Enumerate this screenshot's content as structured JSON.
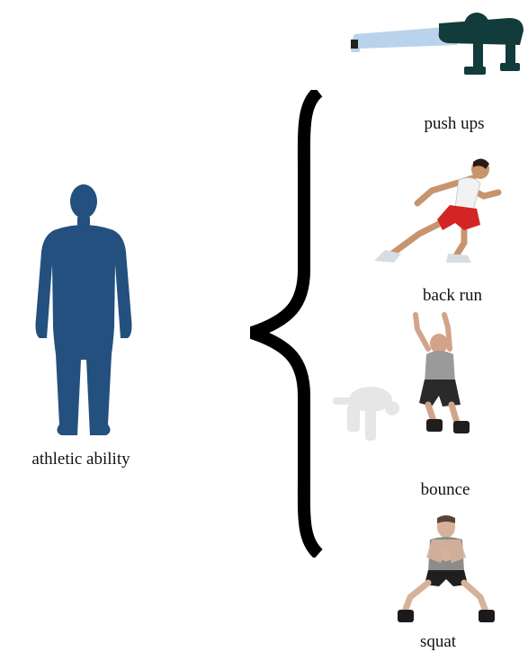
{
  "main_concept": {
    "label": "athletic ability",
    "icon": "human-silhouette-icon",
    "color": "#23507e"
  },
  "exercises": [
    {
      "label": "push ups",
      "icon": "push-up-figure-icon"
    },
    {
      "label": "back run",
      "icon": "running-man-icon"
    },
    {
      "label": "bounce",
      "icon": "jumping-man-icon"
    },
    {
      "label": "squat",
      "icon": "squat-man-icon"
    }
  ],
  "connector": {
    "icon": "curly-brace-icon",
    "color": "#000000"
  }
}
